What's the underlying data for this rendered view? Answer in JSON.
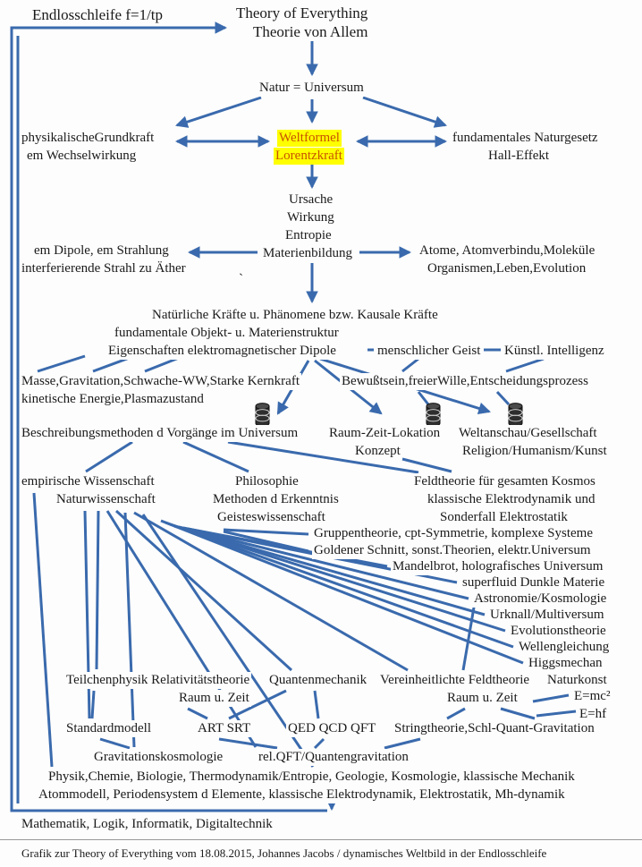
{
  "colors": {
    "line": "#3a6aad",
    "highlight_bg": "#ffff00",
    "highlight_text": "#c85200"
  },
  "icons": {
    "database": "database-icon"
  },
  "nodes": {
    "endlosschleife": "Endlosschleife  f=1/tp",
    "title1": "Theory of Everything",
    "title2": "Theorie von Allem",
    "natur": "Natur = Universum",
    "grundkraft1": "physikalischeGrundkraft",
    "grundkraft2": "em Wechselwirkung",
    "weltformel1": "Weltformel",
    "weltformel2": "Lorentzkraft",
    "naturgesetz1": "fundamentales Naturgesetz",
    "naturgesetz2": "Hall-Effekt",
    "ursache": "Ursache",
    "wirkung": "Wirkung",
    "entropie": "Entropie",
    "materienbildung": "Materienbildung",
    "dipole1": "em Dipole, em Strahlung",
    "dipole2": "interferierende Strahl zu Äther",
    "atome1": "Atome, Atomverbindu,Moleküle",
    "atome2": "Organismen,Leben,Evolution",
    "stray": "`",
    "kraefte": "Natürliche Kräfte u. Phänomene bzw. Kausale Kräfte",
    "objektstruktur": "fundamentale Objekt- u. Materienstruktur",
    "eigenschaften": "Eigenschaften elektromagnetischer Dipole",
    "geist": "menschlicher Geist",
    "ki": "Künstl. Intelligenz",
    "masse": "Masse,Gravitation,Schwache-WW,Starke Kernkraft",
    "kinetische": "kinetische Energie,Plasmazustand",
    "bewusstsein": "Bewußtsein,freierWille,Entscheidungsprozess",
    "beschreibung": "Beschreibungsmethoden d Vorgänge im Universum",
    "raumzeit1": "Raum-Zeit-Lokation",
    "raumzeit2": "Konzept",
    "weltanschau1": "Weltanschau/Gesellschaft",
    "weltanschau2": "Religion/Humanism/Kunst",
    "empirisch": "empirische Wissenschaft",
    "naturwissenschaft": "Naturwissenschaft",
    "philosophie1": "Philosophie",
    "philosophie2": "Methoden d Erkenntnis",
    "philosophie3": "Geisteswissenschaft",
    "feldtheorie1": "Feldtheorie für gesamten Kosmos",
    "feldtheorie2": "klassische Elektrodynamik und",
    "feldtheorie3": "Sonderfall  Elektrostatik",
    "stack1": "Gruppentheorie, cpt-Symmetrie, komplexe Systeme",
    "stack2": "Goldener Schnitt, sonst.Theorien, elektr.Universum",
    "stack3": "Mandelbrot, holografisches Universum",
    "stack4": "superfluid Dunkle Materie",
    "stack5": "Astronomie/Kosmologie",
    "stack6": "Urknall/Multiversum",
    "stack7": "Evolutionstheorie",
    "stack8": "Wellengleichung",
    "stack9": "Higgsmechan",
    "teilchen1": "Teilchenphysik Relativitätstheorie",
    "teilchen2": "Raum u. Zeit",
    "quanten": "Quantenmechanik",
    "vereinheitlicht1": "Vereinheitlichte Feldtheorie",
    "vereinheitlicht2": "Raum u. Zeit",
    "naturkonst": "Naturkonst",
    "emc2": "E=mc²",
    "ehf": "E=hf",
    "standardmodell": "Standardmodell",
    "artsrt": "ART SRT",
    "qed": "QED QCD QFT",
    "stringtheorie": "Stringtheorie,Schl-Quant-Gravitation",
    "gravkosmo": "Gravitationskosmologie",
    "relqft": "rel.QFT/Quantengravitation",
    "physik": "Physik,Chemie, Biologie, Thermodynamik/Entropie, Geologie, Kosmologie, klassische Mechanik",
    "atommodell": "Atommodell, Periodensystem d Elemente, klassische Elektrodynamik, Elektrostatik, Mh-dynamik",
    "mathematik": "Mathematik, Logik, Informatik, Digitaltechnik",
    "caption": "Grafik zur Theory of Everything vom 18.08.2015, Johannes Jacobs / dynamisches Weltbild in der Endlosschleife"
  }
}
